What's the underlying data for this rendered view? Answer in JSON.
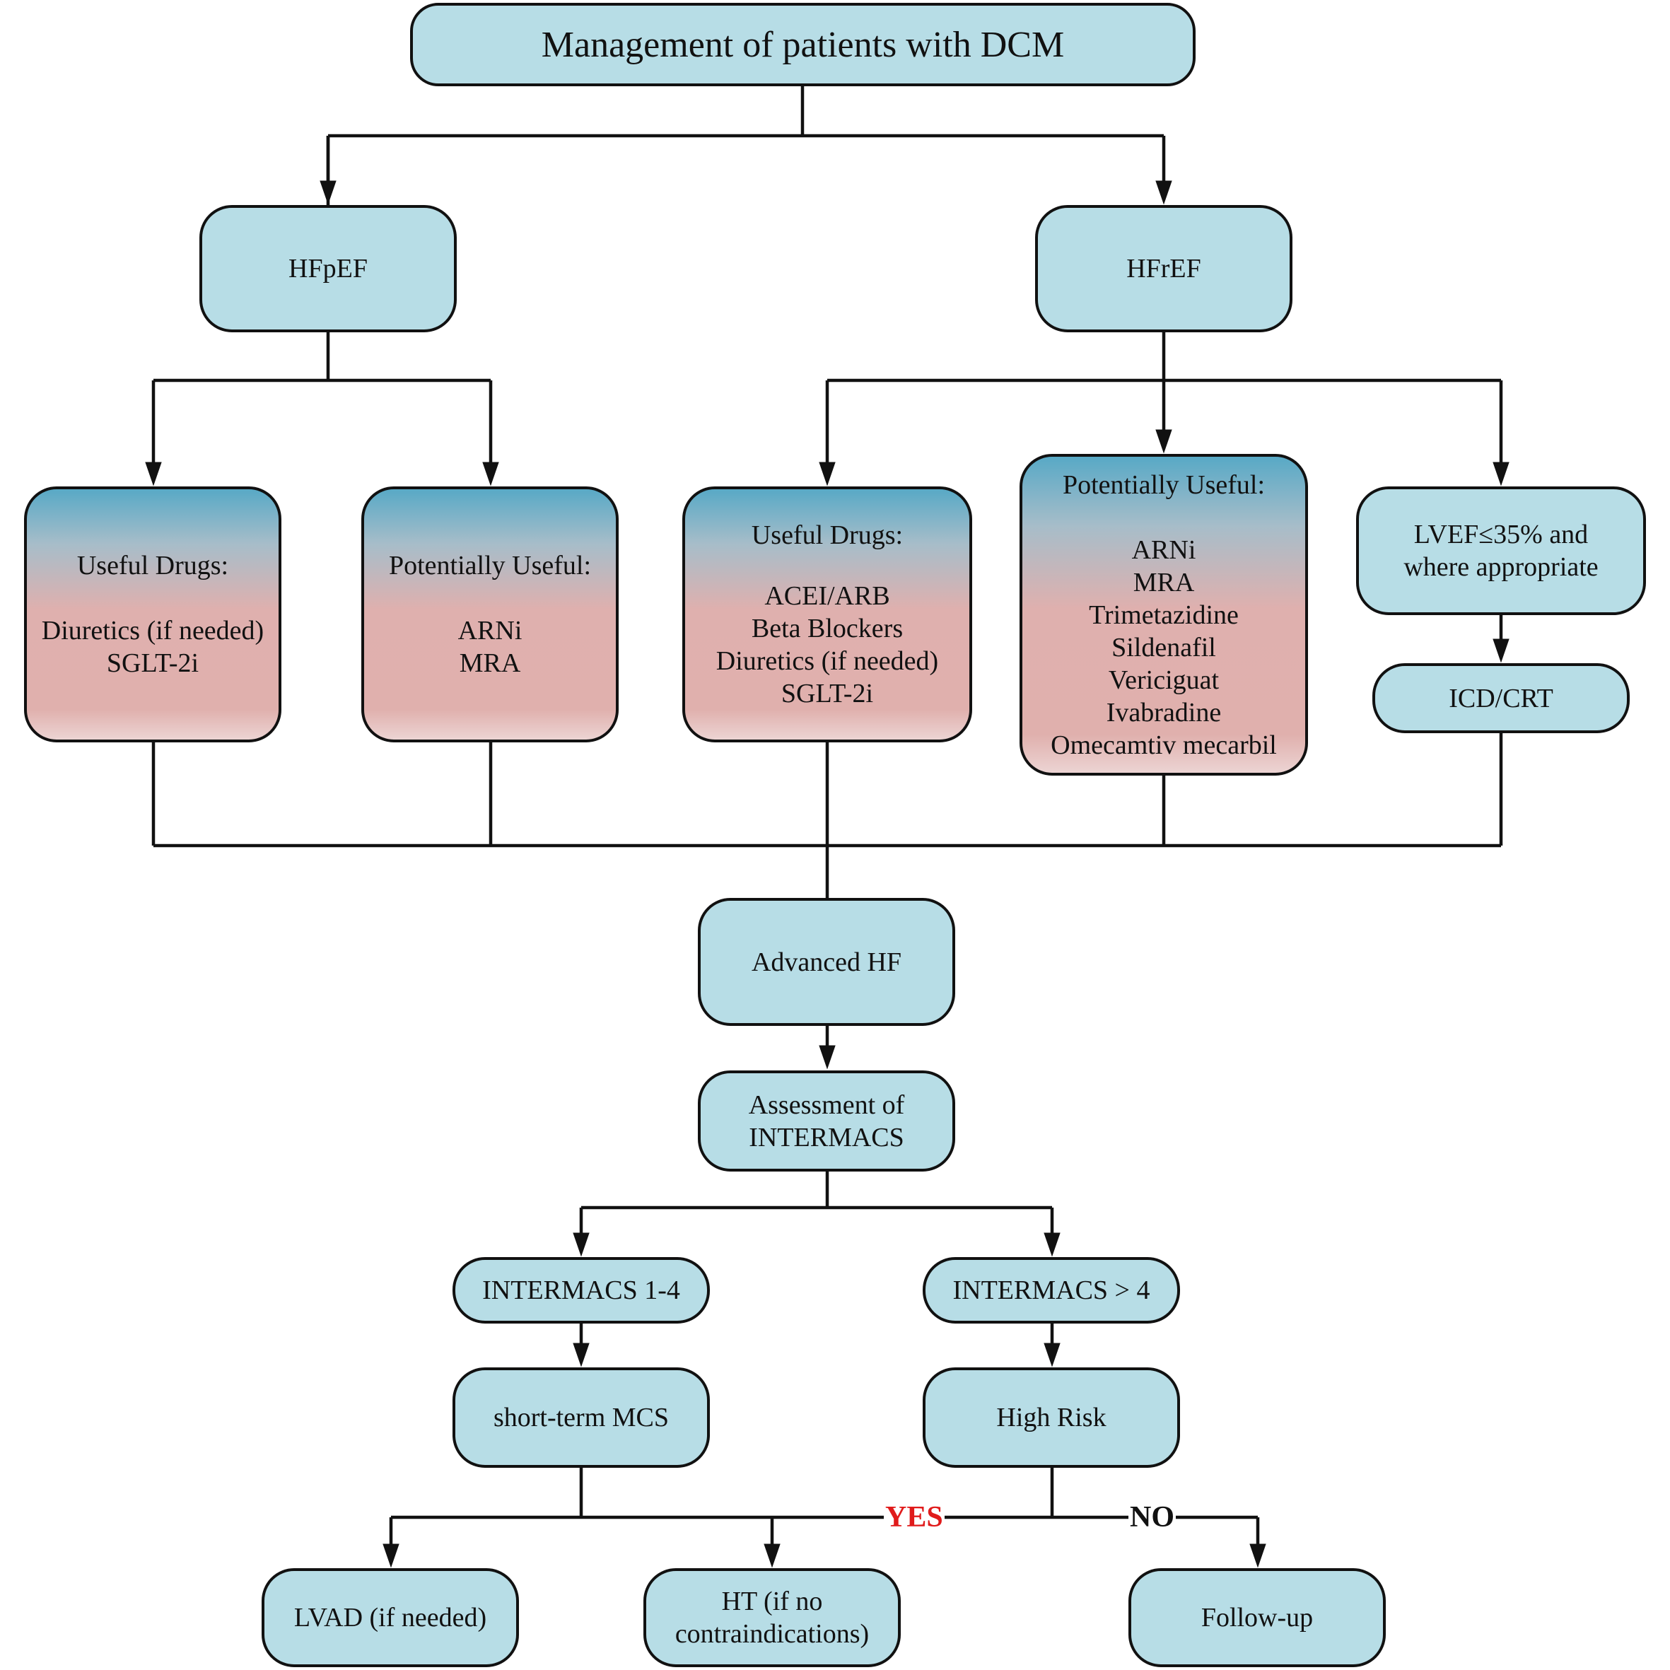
{
  "colors": {
    "box_fill": "#b7dde6",
    "gradient_top": "#58a9c6",
    "gradient_bottom": "#e0b0ad",
    "stroke": "#111111",
    "yes": "#e01b1b",
    "no": "#111111"
  },
  "root": {
    "title": "Management of patients with DCM"
  },
  "hfpef": {
    "label": "HFpEF",
    "useful": {
      "heading": "Useful Drugs:",
      "items": [
        "Diuretics (if needed)",
        "SGLT-2i"
      ]
    },
    "potential": {
      "heading": "Potentially Useful:",
      "items": [
        "ARNi",
        "MRA"
      ]
    }
  },
  "hfref": {
    "label": "HFrEF",
    "useful": {
      "heading": "Useful Drugs:",
      "items": [
        "ACEI/ARB",
        "Beta Blockers",
        "Diuretics (if needed)",
        "SGLT-2i"
      ]
    },
    "potential": {
      "heading": "Potentially Useful:",
      "items": [
        "ARNi",
        "MRA",
        "Trimetazidine",
        "Sildenafil",
        "Vericiguat",
        "Ivabradine",
        "Omecamtiv mecarbil"
      ]
    },
    "lvef": {
      "lines": [
        "LVEF≤35% and",
        "where appropriate"
      ]
    },
    "device": {
      "label": "ICD/CRT"
    }
  },
  "advanced": {
    "label": "Advanced HF"
  },
  "assessment": {
    "lines": [
      "Assessment of",
      "INTERMACS"
    ]
  },
  "intermacs_low": {
    "label": "INTERMACS 1-4"
  },
  "intermacs_high": {
    "label": "INTERMACS > 4"
  },
  "mcs": {
    "label": "short-term MCS"
  },
  "high_risk": {
    "label": "High Risk"
  },
  "decision": {
    "yes": "YES",
    "no": "NO"
  },
  "outcomes": {
    "lvad": {
      "label": "LVAD (if needed)"
    },
    "ht": {
      "lines": [
        "HT (if no",
        "contraindications)"
      ]
    },
    "followup": {
      "label": "Follow-up"
    }
  }
}
